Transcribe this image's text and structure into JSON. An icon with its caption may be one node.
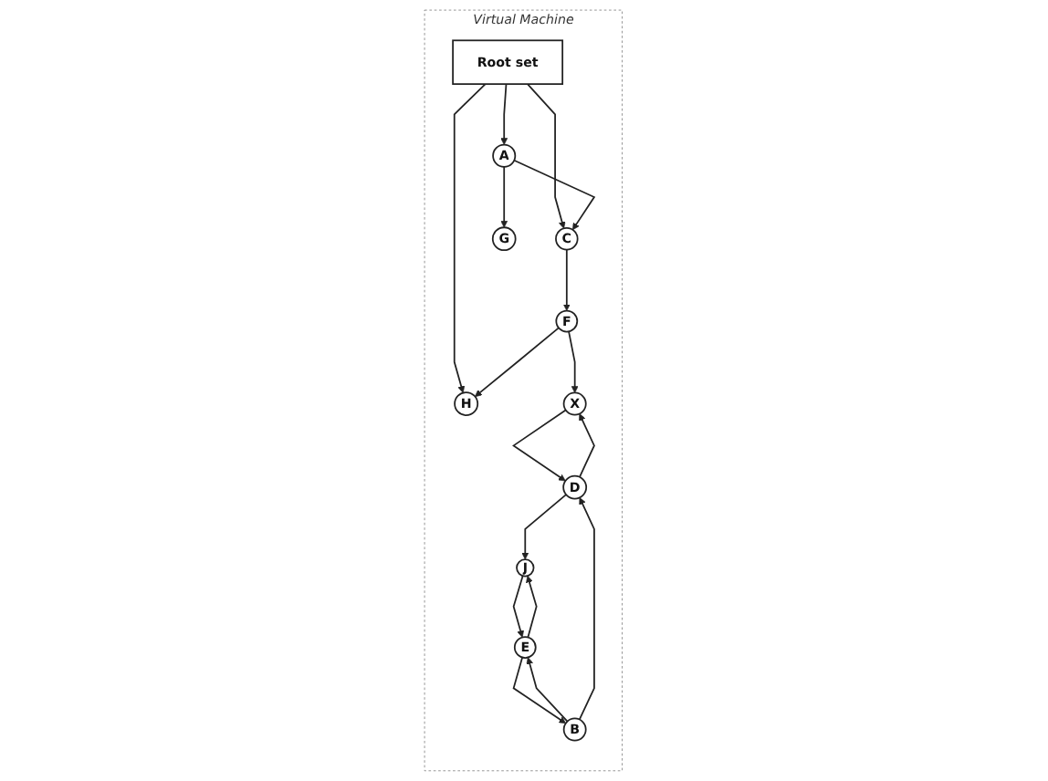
{
  "diagram": {
    "nodes": [
      {
        "text": [
          "Virtual Machine"
        ]
      },
      {
        "text": [
          "Root set"
        ],
        "in": 0
      },
      {
        "text": [
          "G"
        ],
        "in": 0
      },
      {
        "text": [
          "A"
        ],
        "in": 0
      },
      {
        "text": [
          "C"
        ],
        "in": 0
      },
      {
        "text": [
          "B"
        ],
        "in": 0
      },
      {
        "text": [
          "E"
        ],
        "in": 0
      },
      {
        "text": [
          "F"
        ],
        "in": 0
      },
      {
        "text": [
          "J"
        ],
        "in": 0
      },
      {
        "text": [
          "D"
        ],
        "in": 0
      },
      {
        "text": [
          "H"
        ],
        "in": 0
      },
      {
        "text": [
          "X"
        ],
        "in": 0
      }
    ],
    "edges": [
      {
        "from": 1,
        "to": 3,
        "arrow": "to"
      },
      {
        "from": 1,
        "to": 4,
        "arrow": "to"
      },
      {
        "from": 1,
        "to": 10,
        "arrow": "to"
      },
      {
        "from": 3,
        "to": 2,
        "arrow": "to"
      },
      {
        "from": 3,
        "to": 4,
        "arrow": "to"
      },
      {
        "from": 4,
        "to": 7,
        "arrow": "to"
      },
      {
        "from": 5,
        "to": 6,
        "arrow": "to"
      },
      {
        "from": 5,
        "to": 9,
        "arrow": "to"
      },
      {
        "from": 6,
        "to": 5,
        "arrow": "to"
      },
      {
        "from": 8,
        "to": 6,
        "arrow": "to"
      },
      {
        "from": 6,
        "to": 8,
        "arrow": "to"
      },
      {
        "from": 9,
        "to": 8,
        "arrow": "to"
      },
      {
        "from": 9,
        "to": 11,
        "arrow": "to"
      },
      {
        "from": 11,
        "to": 9,
        "arrow": "to"
      },
      {
        "from": 7,
        "to": 10,
        "arrow": "to"
      },
      {
        "from": 7,
        "to": 11,
        "arrow": "to"
      }
    ]
  }
}
